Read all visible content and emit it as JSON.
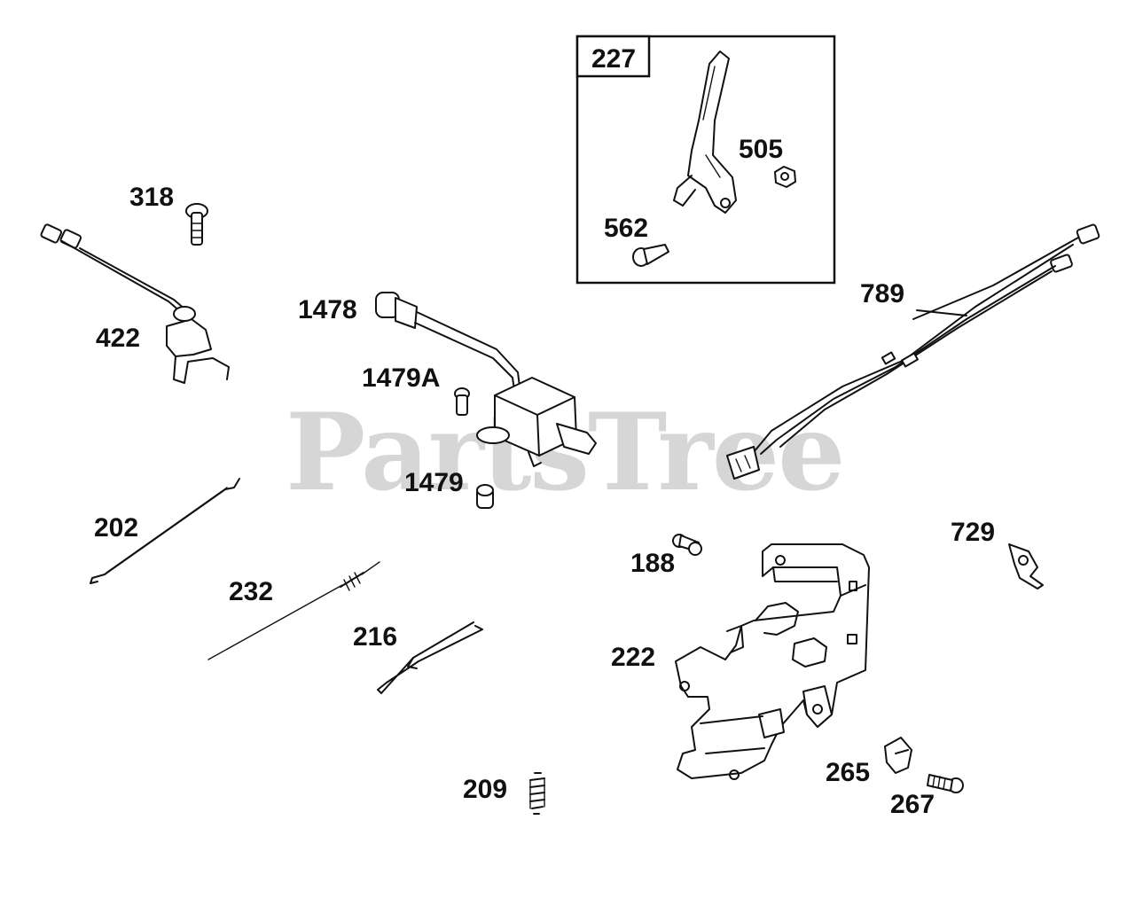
{
  "watermark": "PartsTree",
  "colors": {
    "ink": "#111111",
    "watermark": "#d6d6d6",
    "background": "#ffffff"
  },
  "labels": {
    "p227": "227",
    "p505": "505",
    "p562": "562",
    "p318": "318",
    "p422": "422",
    "p1478": "1478",
    "p1479A": "1479A",
    "p1479": "1479",
    "p789": "789",
    "p202": "202",
    "p232": "232",
    "p216": "216",
    "p188": "188",
    "p729": "729",
    "p222": "222",
    "p209": "209",
    "p265": "265",
    "p267": "267"
  }
}
